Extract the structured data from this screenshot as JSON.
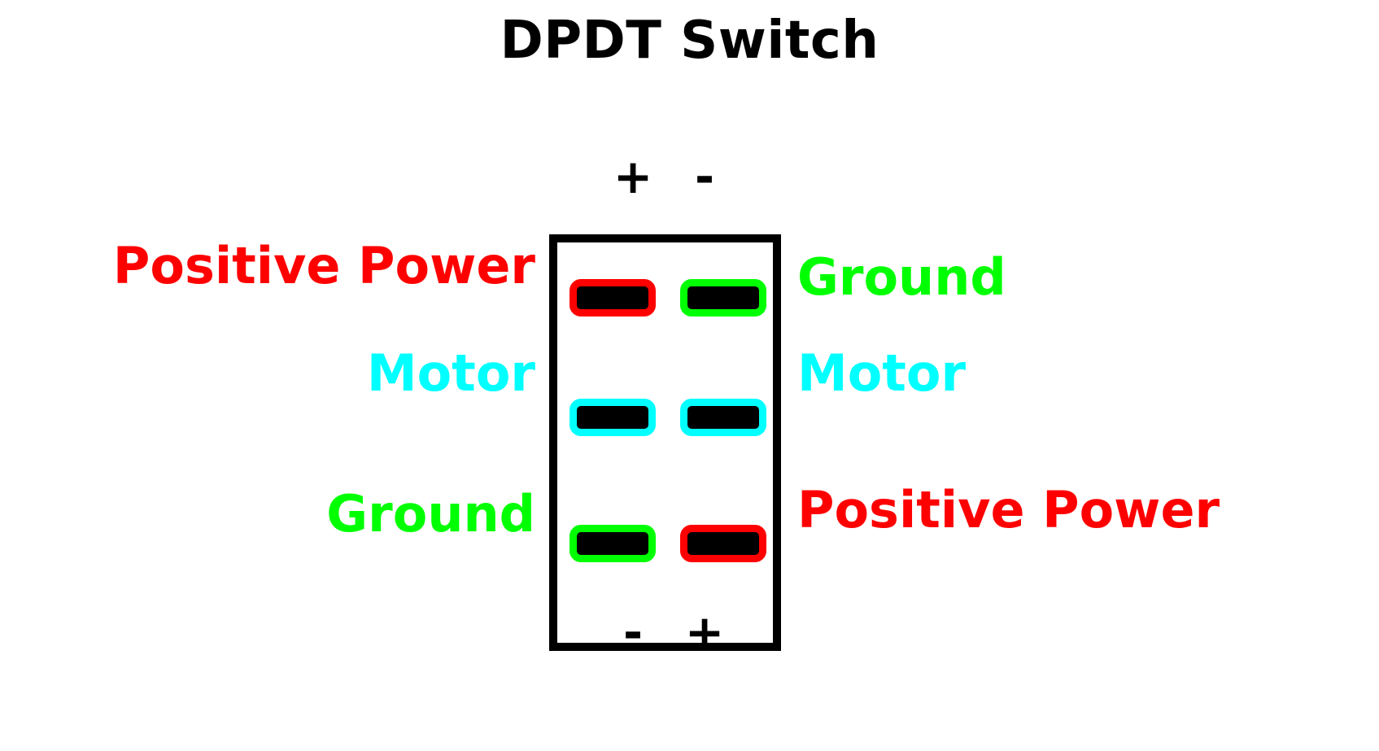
{
  "diagram": {
    "title": "DPDT Switch",
    "colors": {
      "positive_power": "#FF0000",
      "ground": "#00FF00",
      "motor": "#00FFFF",
      "body_outline": "#000000",
      "background": "#FFFFFF",
      "terminal_fill": "#000000"
    },
    "polarity_markers": {
      "top_left": "+",
      "top_right": "-",
      "bottom_left": "-",
      "bottom_right": "+"
    },
    "rows": [
      {
        "left_label": "Positive Power",
        "left_terminal_color": "#FF0000",
        "right_label": "Ground",
        "right_terminal_color": "#00FF00"
      },
      {
        "left_label": "Motor",
        "left_terminal_color": "#00FFFF",
        "right_label": "Motor",
        "right_terminal_color": "#00FFFF"
      },
      {
        "left_label": "Ground",
        "left_terminal_color": "#00FF00",
        "right_label": "Positive Power",
        "right_terminal_color": "#FF0000"
      }
    ]
  }
}
